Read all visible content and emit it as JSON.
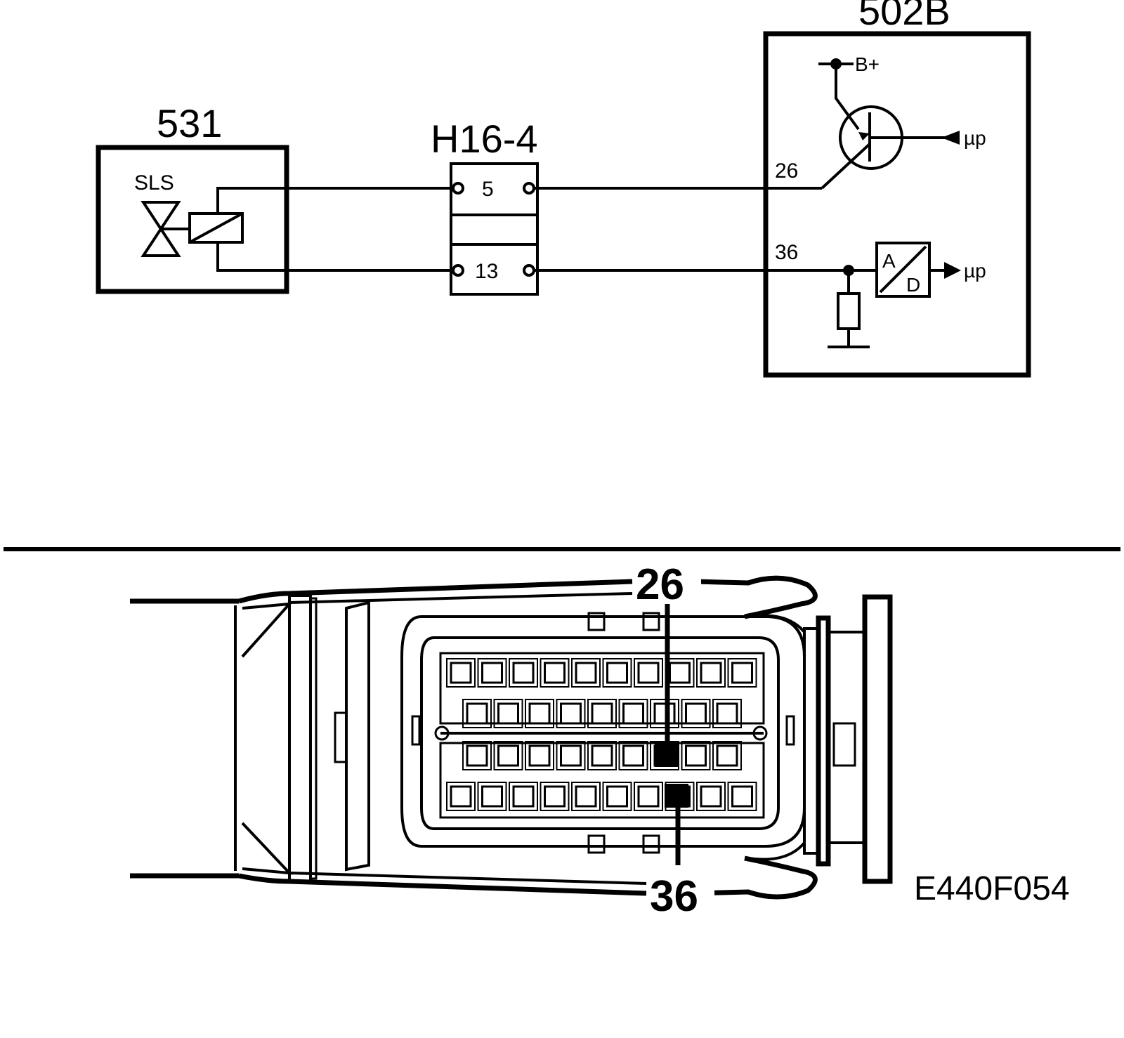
{
  "schematic": {
    "component_531": {
      "label": "531",
      "valve_label": "SLS"
    },
    "connector_h16": {
      "label": "H16-4",
      "pin_a": "5",
      "pin_b": "13"
    },
    "ecu_502b": {
      "label": "502B",
      "supply_label": "B+",
      "pin_top": "26",
      "pin_bottom": "36",
      "signal_top": "µp",
      "signal_bottom": "µp",
      "adc_a": "A",
      "adc_d": "D"
    }
  },
  "connector_view": {
    "pin_top_label": "26",
    "pin_bottom_label": "36",
    "highlight_color": "#000000"
  },
  "figure_code": "E440F054"
}
